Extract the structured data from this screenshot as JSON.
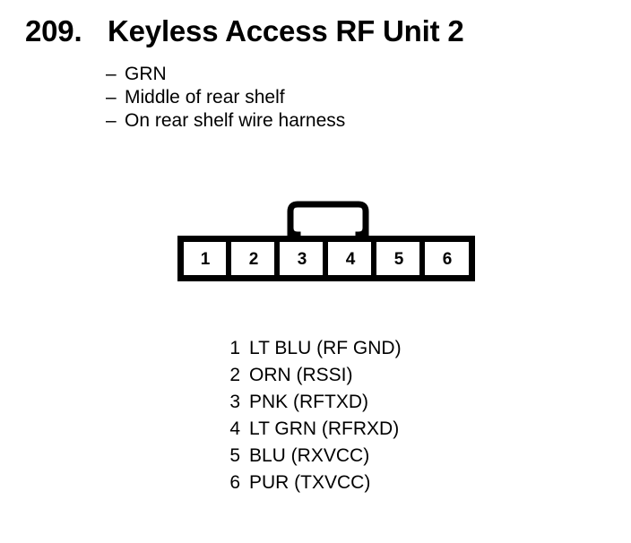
{
  "page": {
    "background_color": "#ffffff",
    "ink_color": "#000000"
  },
  "title": {
    "number": "209.",
    "text": "Keyless Access RF Unit 2"
  },
  "notes": {
    "dash": "–",
    "items": [
      "GRN",
      "Middle of rear shelf",
      "On rear shelf wire harness"
    ]
  },
  "connector": {
    "name": "6-way connector with latch tab",
    "cavity_count": 6,
    "cavity_labels": [
      "1",
      "2",
      "3",
      "4",
      "5",
      "6"
    ],
    "latch_position": "top-center"
  },
  "pin_legend": {
    "rows": [
      {
        "pin": "1",
        "desc": "LT BLU (RF GND)"
      },
      {
        "pin": "2",
        "desc": "ORN (RSSI)"
      },
      {
        "pin": "3",
        "desc": "PNK (RFTXD)"
      },
      {
        "pin": "4",
        "desc": "LT GRN (RFRXD)"
      },
      {
        "pin": "5",
        "desc": "BLU (RXVCC)"
      },
      {
        "pin": "6",
        "desc": "PUR (TXVCC)"
      }
    ]
  }
}
